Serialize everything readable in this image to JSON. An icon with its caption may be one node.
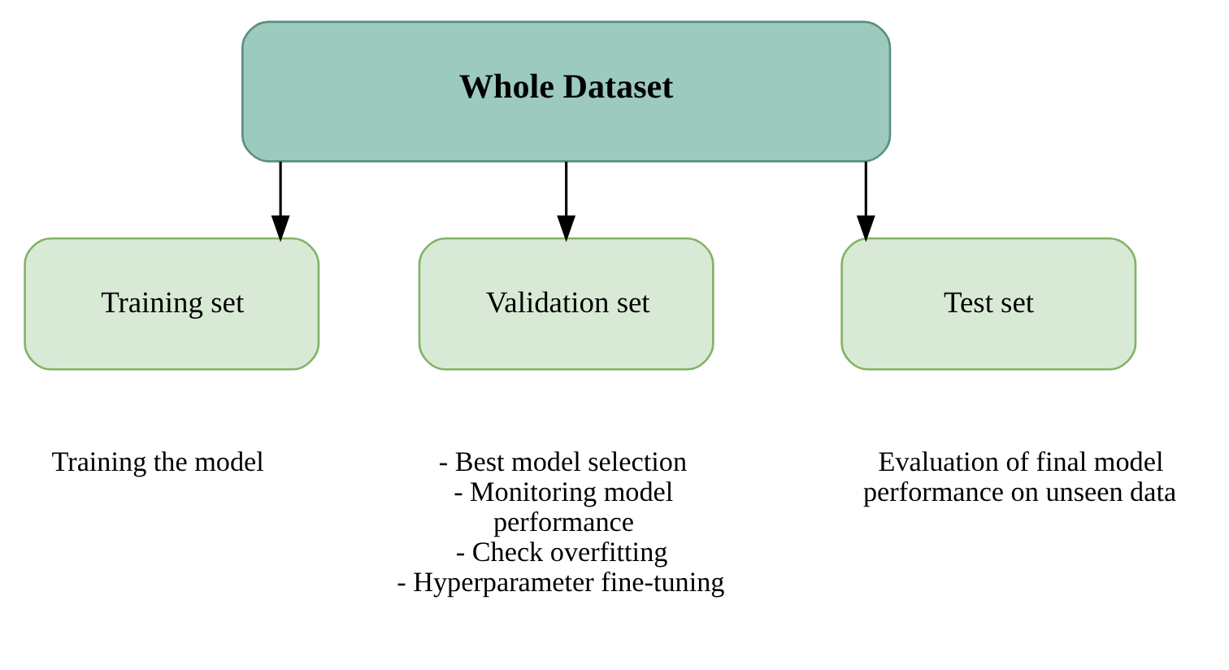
{
  "diagram": {
    "nodes": [
      {
        "text": [
          "Whole Dataset"
        ]
      },
      {
        "text": [
          "Training set"
        ],
        "beside": [
          "Training the model"
        ]
      },
      {
        "text": [
          "Validation set"
        ],
        "beside": [
          "- Best model selection",
          "- Monitoring model performance",
          "- Check overfitting",
          "- Hyperparameter fine-tuning"
        ]
      },
      {
        "text": [
          "Test set"
        ],
        "beside": [
          "Evaluation of final model performance on unseen data"
        ]
      }
    ],
    "edges": [
      {
        "from": 0,
        "to": 1,
        "arrow": "to"
      },
      {
        "from": 0,
        "to": 2,
        "arrow": "to"
      },
      {
        "from": 0,
        "to": 3,
        "arrow": "to"
      }
    ]
  }
}
